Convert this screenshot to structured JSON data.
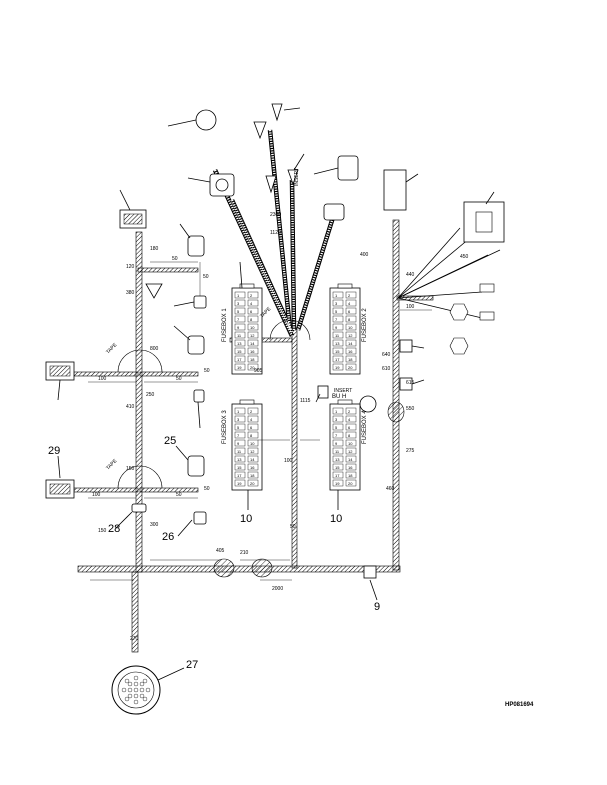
{
  "document_id": "HP081694",
  "callouts": [
    "29",
    "25",
    "28",
    "26",
    "27",
    "10",
    "10",
    "9"
  ],
  "fuseboxes": [
    "FUSEBOX 1",
    "FUSEBOX 2",
    "FUSEBOX 3",
    "FUSEBOX 4"
  ],
  "fuse_numbers": [
    "1",
    "2",
    "3",
    "4",
    "5",
    "6",
    "7",
    "8",
    "9",
    "10",
    "11",
    "12",
    "13",
    "14",
    "15",
    "16",
    "17",
    "18",
    "19",
    "20"
  ],
  "dimensions": [
    "50",
    "50",
    "50",
    "50",
    "50",
    "50",
    "50",
    "100",
    "100",
    "100",
    "100",
    "180",
    "120",
    "150",
    "150",
    "210",
    "250",
    "270",
    "275",
    "300",
    "380",
    "400",
    "405",
    "410",
    "440",
    "450",
    "460",
    "550",
    "610",
    "615",
    "640",
    "800",
    "905",
    "1115",
    "1120",
    "2000",
    "2300"
  ],
  "tape_labels": [
    "TAPE",
    "TAPE",
    "TAPE"
  ],
  "wire_labels": [
    "INSERT",
    "INSERT"
  ],
  "bus_label": "BU H",
  "colors": {
    "line": "#000000",
    "hatch": "#000000",
    "background": "#ffffff"
  }
}
